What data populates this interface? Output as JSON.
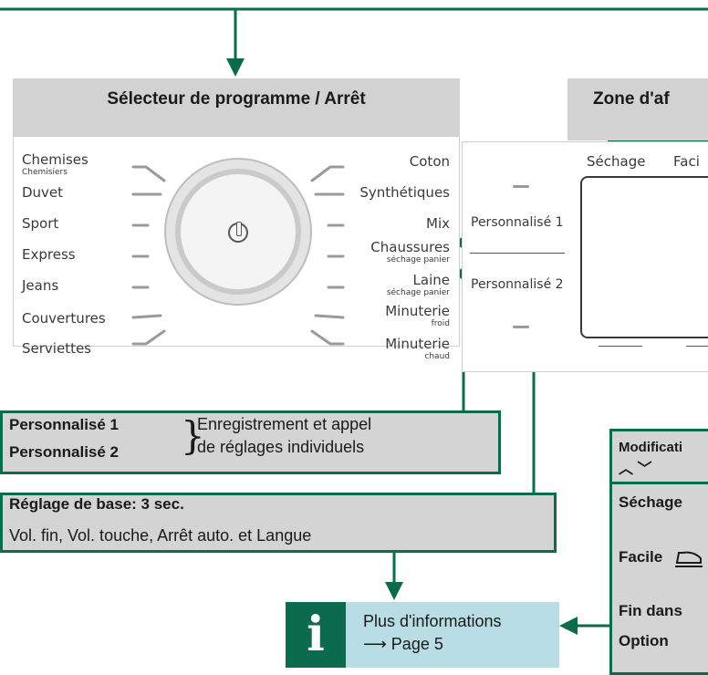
{
  "selector": {
    "title": "Sélecteur de programme / Arrêt",
    "left_programs": [
      {
        "label": "Chemises",
        "sub": "Chemisiers"
      },
      {
        "label": "Duvet"
      },
      {
        "label": "Sport"
      },
      {
        "label": "Express"
      },
      {
        "label": "Jeans"
      },
      {
        "label": "Couvertures"
      },
      {
        "label": "Serviettes"
      }
    ],
    "right_programs": [
      {
        "label": "Coton"
      },
      {
        "label": "Synthétiques"
      },
      {
        "label": "Mix"
      },
      {
        "label": "Chaussures",
        "sub": "séchage panier"
      },
      {
        "label": "Laine",
        "sub": "séchage panier"
      },
      {
        "label": "Minuterie",
        "sub": "froid"
      },
      {
        "label": "Minuterie",
        "sub": "chaud"
      }
    ],
    "knob_symbol": "power-icon"
  },
  "display_zone": {
    "title": "Zone d'af",
    "labels": [
      "Séchage",
      "Faci"
    ],
    "personal_1": "Personnalisé 1",
    "personal_2": "Personnalisé 2"
  },
  "personalise_box": {
    "items": [
      "Personnalisé 1",
      "Personnalisé 2"
    ],
    "brace": "}",
    "desc_line1": "Enregistrement et appel",
    "desc_line2": "de réglages individuels"
  },
  "reglage_box": {
    "title": "Réglage de base: 3 sec.",
    "desc": "Vol. fin, Vol. touche, Arrêt auto. et Langue"
  },
  "info_box": {
    "icon_letter": "i",
    "line1": "Plus d'informations",
    "line2": "⟶ Page 5"
  },
  "right_box": {
    "title": "Modificati",
    "arrows": "︿ ﹀",
    "items": [
      "Séchage",
      "Facile",
      "Fin dans",
      "Option"
    ]
  },
  "colors": {
    "accent_green": "#0c6b4d",
    "panel_grey": "#d2d2d2",
    "info_blue": "#b9dde4"
  }
}
